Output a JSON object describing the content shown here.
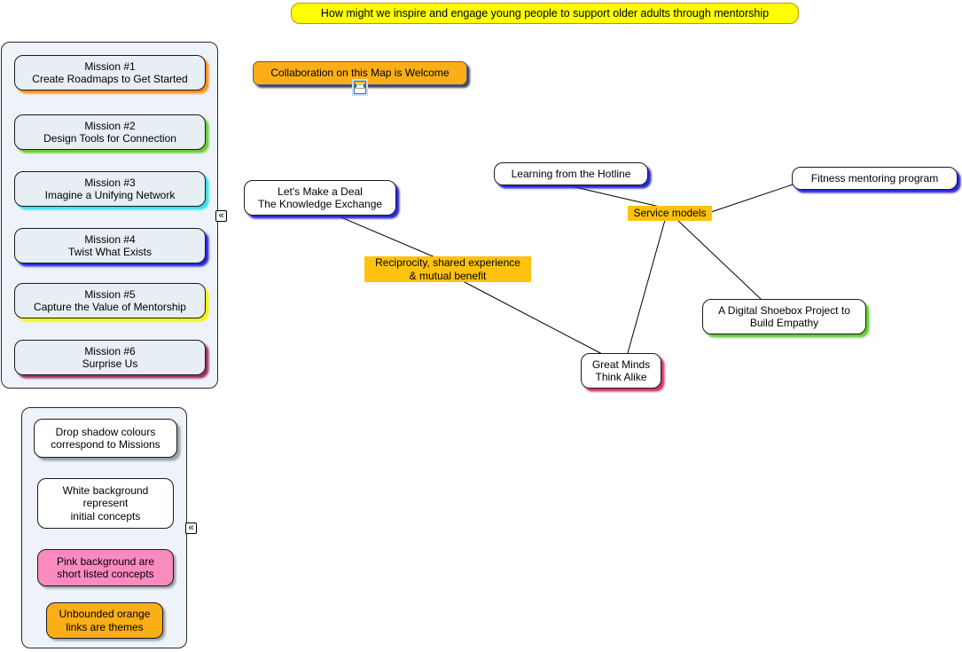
{
  "banner": {
    "text": "How might we inspire and engage young people to support older adults through mentorship"
  },
  "missions_panel": {
    "collapse_icon": "«",
    "items": [
      {
        "title": "Mission #1",
        "subtitle": "Create Roadmaps to Get Started",
        "shadow_color": "#FF8C1A"
      },
      {
        "title": "Mission #2",
        "subtitle": "Design Tools for Connection",
        "shadow_color": "#66CC33"
      },
      {
        "title": "Mission #3",
        "subtitle": "Imagine a Unifying Network",
        "shadow_color": "#33E0EE"
      },
      {
        "title": "Mission #4",
        "subtitle": "Twist What Exists",
        "shadow_color": "#2929D6"
      },
      {
        "title": "Mission #5",
        "subtitle": "Capture the Value of Mentorship",
        "shadow_color": "#F2F20D"
      },
      {
        "title": "Mission #6",
        "subtitle": "Surprise Us",
        "shadow_color": "#993366"
      }
    ]
  },
  "map": {
    "collaboration_note": {
      "text": "Collaboration on this Map is Welcome",
      "icon": "notes-icon"
    },
    "concepts": {
      "lets_make_a_deal": {
        "line1": "Let's Make a Deal",
        "line2": "The Knowledge Exchange",
        "shadow_color": "#2929D6"
      },
      "learning_hotline": {
        "line1": "Learning from the Hotline",
        "shadow_color": "#2929D6"
      },
      "fitness_program": {
        "line1": "Fitness mentoring program",
        "shadow_color": "#2929D6"
      },
      "digital_shoebox": {
        "line1": "A Digital Shoebox Project to",
        "line2": "Build Empathy",
        "shadow_color": "#66CC33"
      },
      "great_minds": {
        "line1": "Great Minds",
        "line2": "Think Alike",
        "shadow_color": "#D6336C"
      }
    },
    "themes": {
      "service_models": {
        "line1": "Service models"
      },
      "reciprocity": {
        "line1": "Reciprocity, shared experience",
        "line2": "& mutual benefit"
      }
    },
    "edges": [
      {
        "from": "lets_make_a_deal",
        "to": "reciprocity"
      },
      {
        "from": "reciprocity",
        "to": "great_minds"
      },
      {
        "from": "learning_hotline",
        "to": "service_models"
      },
      {
        "from": "service_models",
        "to": "fitness_program"
      },
      {
        "from": "service_models",
        "to": "digital_shoebox"
      },
      {
        "from": "service_models",
        "to": "great_minds"
      }
    ]
  },
  "legend_panel": {
    "collapse_icon": "«",
    "items": [
      {
        "line1": "Drop shadow colours",
        "line2": "correspond to Missions",
        "bg_color": "#FFFFFF",
        "shadow_color": "#9AA0A6"
      },
      {
        "line1": "White background",
        "line2": "represent",
        "line3": "initial concepts",
        "bg_color": "#FFFFFF"
      },
      {
        "line1": "Pink background are",
        "line2": "short listed concepts",
        "bg_color": "#FA8BBF"
      },
      {
        "line1": "Unbounded orange",
        "line2": "links are themes",
        "bg_color": "#FBAE17"
      }
    ]
  },
  "colors": {
    "banner_bg": "#FFFF00",
    "theme_label_bg": "#FFC20E",
    "orange_node_bg": "#FBAE17",
    "pink_node_bg": "#FA8BBF",
    "panel_bg": "#EDF3F9",
    "mission_node_bg": "#E7EEF4",
    "link_line": "#000000"
  }
}
